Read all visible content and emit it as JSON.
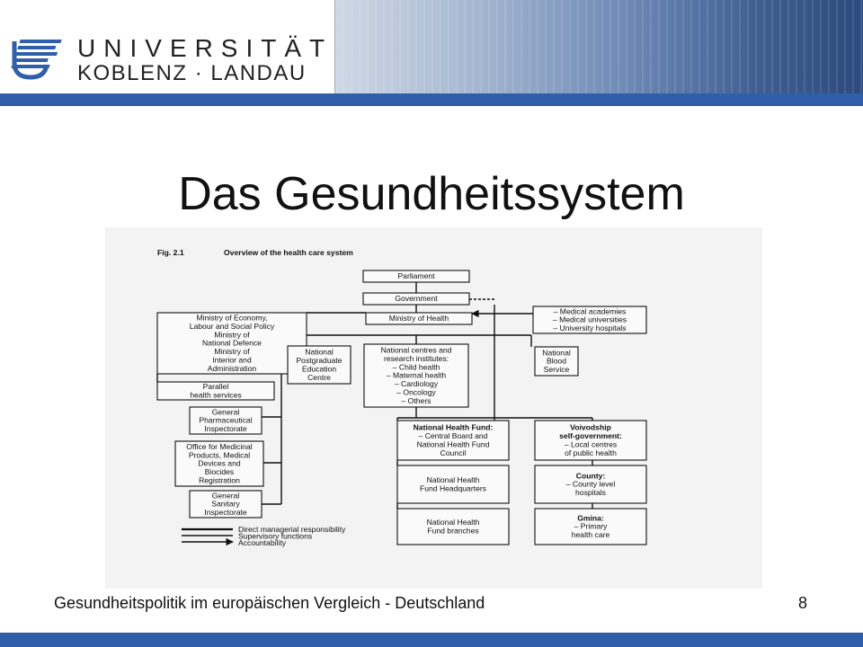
{
  "header": {
    "university_line1": "UNIVERSITÄT",
    "university_line2": "KOBLENZ · LANDAU",
    "logo_icon": "university-logo-icon",
    "accent_color": "#2f5fa8"
  },
  "slide": {
    "title": "Das Gesundheitssystem"
  },
  "figure": {
    "caption_label": "Fig. 2.1",
    "caption_title": "Overview of the health care system",
    "nodes": {
      "parliament": [
        "Parliament"
      ],
      "government": [
        "Government"
      ],
      "ministry_health": [
        "Ministry of Health"
      ],
      "ministries": [
        "Ministry of Economy,",
        "Labour and Social Policy",
        "Ministry of",
        "National Defence",
        "Ministry of",
        "Interior and",
        "Administration"
      ],
      "parallel": [
        "Parallel",
        "health services"
      ],
      "pharma": [
        "General",
        "Pharmaceutical",
        "Inspectorate"
      ],
      "office": [
        "Office for Medicinal",
        "Products, Medical",
        "Devices and",
        "Biocides",
        "Registration"
      ],
      "sanitary": [
        "General",
        "Sanitary",
        "Inspectorate"
      ],
      "postgrad": [
        "National",
        "Postgraduate",
        "Education",
        "Centre"
      ],
      "centres": [
        "National centres and",
        "research institutes:",
        "– Child health",
        "– Maternal health",
        "– Cardiology",
        "– Oncology",
        "– Others"
      ],
      "academies": [
        "– Medical academies",
        "– Medical universities",
        "– University hospitals"
      ],
      "blood": [
        "National",
        "Blood",
        "Service"
      ],
      "nhf": [
        "National Health Fund:",
        "– Central Board and",
        "National Health Fund",
        "Council"
      ],
      "nhf_hq": [
        "National Health",
        "Fund Headquarters"
      ],
      "nhf_branches": [
        "National Health",
        "Fund branches"
      ],
      "voivodship": [
        "Voivodship",
        "self-government:",
        "– Local centres",
        "of public health"
      ],
      "county": [
        "County:",
        "– County level",
        "hospitals"
      ],
      "gmina": [
        "Gmina:",
        "– Primary",
        "health care"
      ]
    },
    "legend": [
      "Direct managerial responsibility",
      "Supervisory functions",
      "Accountability"
    ]
  },
  "footer": {
    "text": "Gesundheitspolitik im europäischen Vergleich - Deutschland",
    "page_number": "8"
  }
}
